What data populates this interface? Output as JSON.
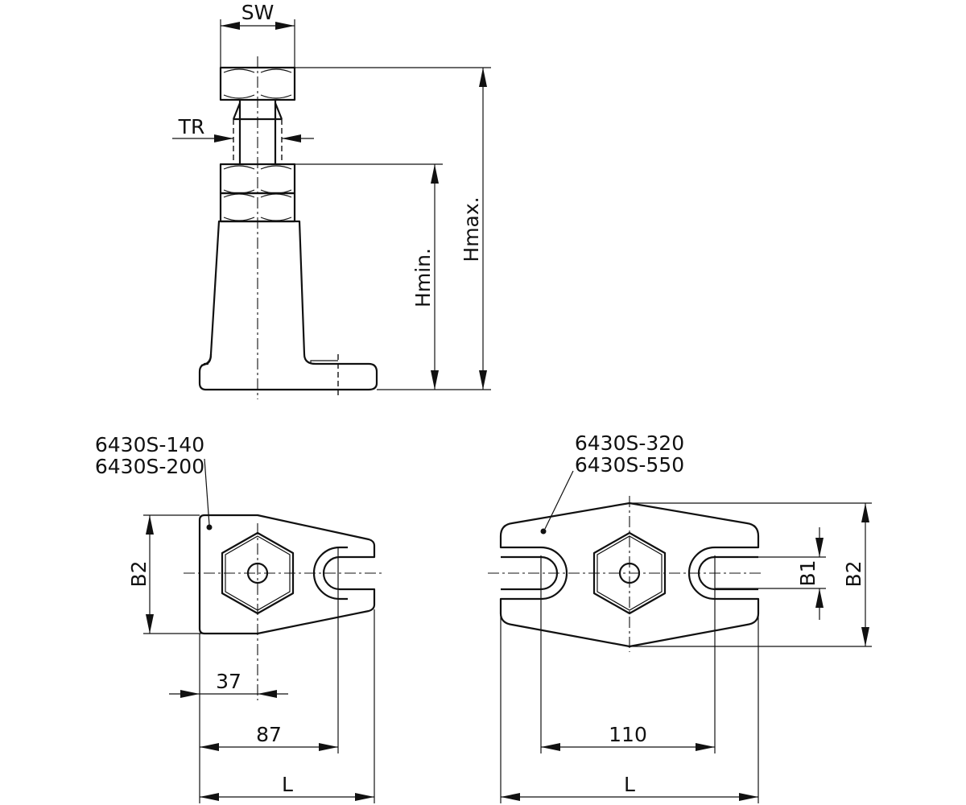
{
  "side_view": {
    "sw_label": "SW",
    "tr_label": "TR",
    "hmin_label": "Hmin.",
    "hmax_label": "Hmax."
  },
  "small_plate": {
    "models": [
      "6430S-140",
      "6430S-200"
    ],
    "b2_label": "B2",
    "dim_37": "37",
    "dim_87": "87",
    "l_label": "L"
  },
  "large_plate": {
    "models": [
      "6430S-320",
      "6430S-550"
    ],
    "b1_label": "B1",
    "b2_label": "B2",
    "dim_110": "110",
    "l_label": "L"
  }
}
